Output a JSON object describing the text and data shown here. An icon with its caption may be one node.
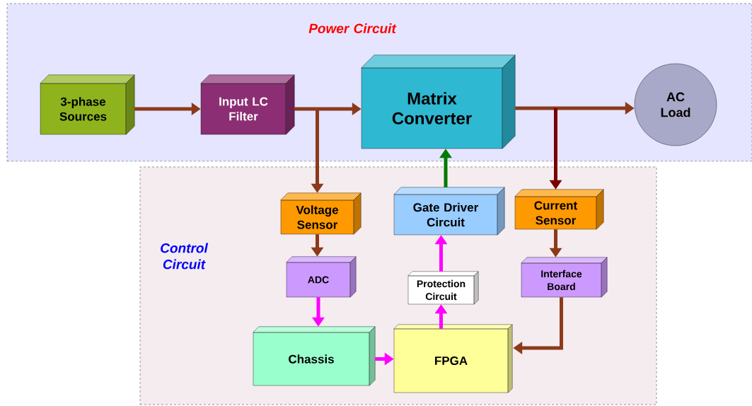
{
  "diagram": {
    "nodes": [
      {
        "text": [
          "Power Circuit"
        ]
      },
      {
        "text": [
          "3-phase Sources"
        ],
        "in": 0
      },
      {
        "text": [
          "Input LC Filter"
        ],
        "in": 0
      },
      {
        "text": [
          "Matrix Converter"
        ],
        "in": 0
      },
      {
        "text": [
          "AC Load"
        ],
        "in": 0
      },
      {
        "text": [
          "Control Circuit"
        ]
      },
      {
        "text": [
          "Voltage Sensor"
        ],
        "in": 5
      },
      {
        "text": [
          "Gate Driver Circuit"
        ],
        "in": 5
      },
      {
        "text": [
          "Current Sensor"
        ],
        "in": 5
      },
      {
        "text": [
          "ADC"
        ],
        "in": 5
      },
      {
        "text": [
          "Protection Circuit"
        ],
        "in": 5
      },
      {
        "text": [
          "Interface Board"
        ],
        "in": 5
      },
      {
        "text": [
          "Chassis"
        ],
        "in": 5
      },
      {
        "text": [
          "FPGA"
        ],
        "in": 5
      }
    ],
    "edges": [
      {
        "from": 1,
        "to": 2,
        "arrow": "to"
      },
      {
        "from": 2,
        "to": 3,
        "arrow": "to"
      },
      {
        "from": 3,
        "to": 4,
        "arrow": "to"
      },
      {
        "from": 2,
        "to": 6,
        "arrow": "to"
      },
      {
        "from": 3,
        "to": 8,
        "arrow": "to",
        "color": "#7a0000"
      },
      {
        "from": 7,
        "to": 3,
        "arrow": "to",
        "color": "#007a00"
      },
      {
        "from": 6,
        "to": 9,
        "arrow": "to"
      },
      {
        "from": 9,
        "to": 12,
        "arrow": "to",
        "color": "#ff00ff"
      },
      {
        "from": 12,
        "to": 13,
        "arrow": "to",
        "color": "#ff00ff"
      },
      {
        "from": 13,
        "to": 10,
        "arrow": "to",
        "color": "#ff00ff"
      },
      {
        "from": 10,
        "to": 7,
        "arrow": "to",
        "color": "#ff00ff"
      },
      {
        "from": 8,
        "to": 11,
        "arrow": "to"
      },
      {
        "from": 11,
        "to": 13,
        "arrow": "to"
      }
    ]
  }
}
